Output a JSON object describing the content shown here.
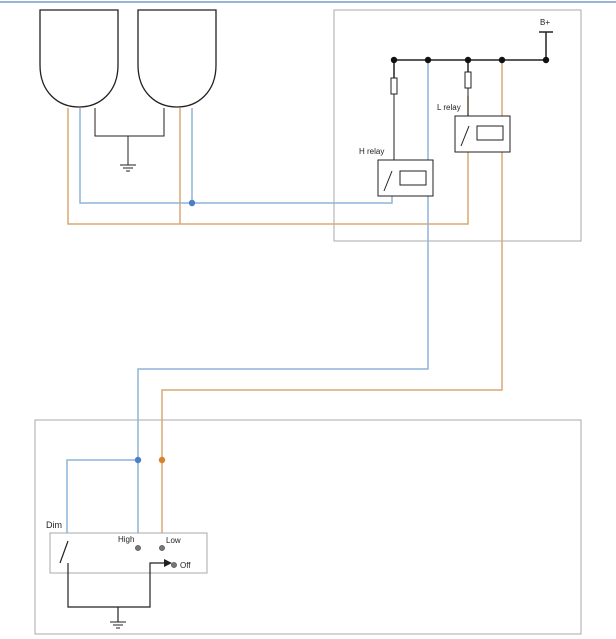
{
  "labels": {
    "battery": "B+",
    "h_relay": "H relay",
    "l_relay": "L relay",
    "dim": "Dim",
    "high": "High",
    "low": "Low",
    "off": "Off"
  },
  "colors": {
    "blue_wire": "#8fb4d8",
    "orange_wire": "#d9a873",
    "black_wire": "#222222",
    "box_border": "#a8a8a8",
    "blue_dot": "#4a7fc8",
    "orange_dot": "#d9822b",
    "top_rule": "#7a9cc6"
  }
}
